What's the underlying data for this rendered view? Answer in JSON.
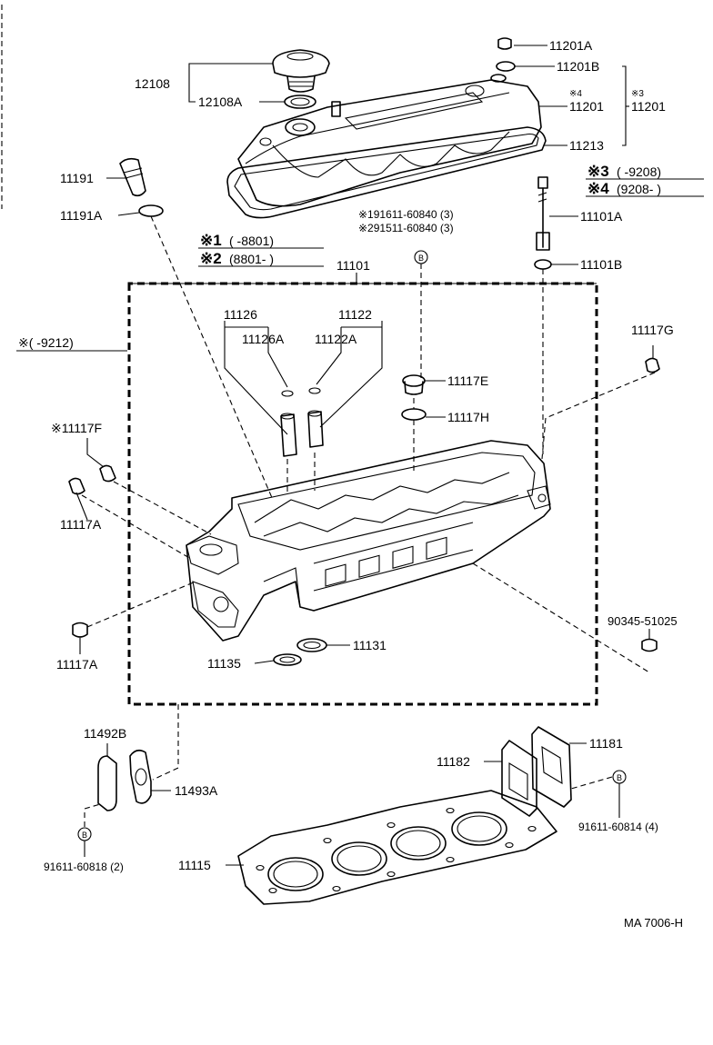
{
  "diagram": {
    "labels": {
      "p12108": "12108",
      "p12108A": "12108A",
      "p11201A": "11201A",
      "p11201B": "11201B",
      "p11201_star4": "※4",
      "p11201": "11201",
      "p11201_star3": "※3",
      "p11201_2": "11201",
      "p11213": "11213",
      "p11191": "11191",
      "p11191A": "11191A",
      "note1_mark": "※1",
      "note1_range": "(        -8801)",
      "note2_mark": "※2",
      "note2_range": "(8801-           )",
      "bolt1": "※191611-60840 (3)",
      "bolt2": "※291511-60840 (3)",
      "note3_mark": "※3",
      "note3_range": "(        -9208)",
      "note4_mark": "※4",
      "note4_range": "(9208-           )",
      "p11101A": "11101A",
      "p11101B": "11101B",
      "p11101": "11101",
      "p11126": "11126",
      "p11126A": "11126A",
      "p11122": "11122",
      "p11122A": "11122A",
      "note_main": "※(        -9212)",
      "p11117G": "11117G",
      "p11117E": "11117E",
      "p11117H": "11117H",
      "p11117F": "※11117F",
      "p11117A_1": "11117A",
      "p11117A_2": "11117A",
      "p11131": "11131",
      "p11135": "11135",
      "p90345": "90345-51025",
      "p11492B": "11492B",
      "p11493A": "11493A",
      "p11182": "11182",
      "p11181": "11181",
      "bolt_right": "91611-60814 (4)",
      "bolt_left": "91611-60818 (2)",
      "p11115": "11115",
      "circle_b": "B",
      "ref": "MA 7006-H"
    }
  }
}
